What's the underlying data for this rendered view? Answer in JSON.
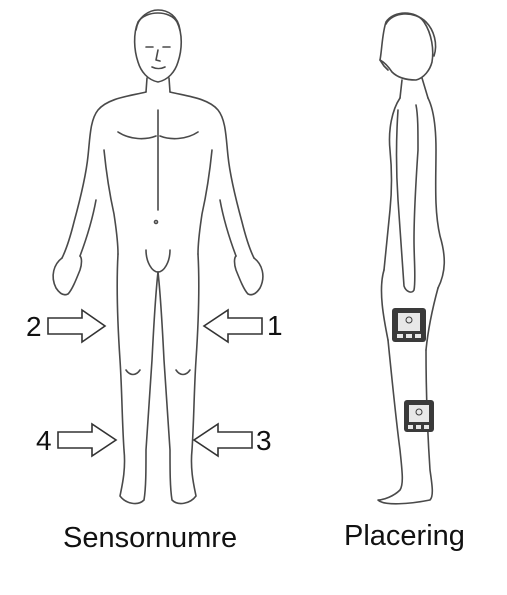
{
  "captions": {
    "sensor_numbers": "Sensornumre",
    "placement": "Placering"
  },
  "markers": [
    {
      "id": "1",
      "label": "1"
    },
    {
      "id": "2",
      "label": "2"
    },
    {
      "id": "3",
      "label": "3"
    },
    {
      "id": "4",
      "label": "4"
    }
  ],
  "colors": {
    "outline": "#4a4a4a",
    "sensor_body": "#3a3a3a",
    "sensor_screen": "#e8e8e8"
  }
}
